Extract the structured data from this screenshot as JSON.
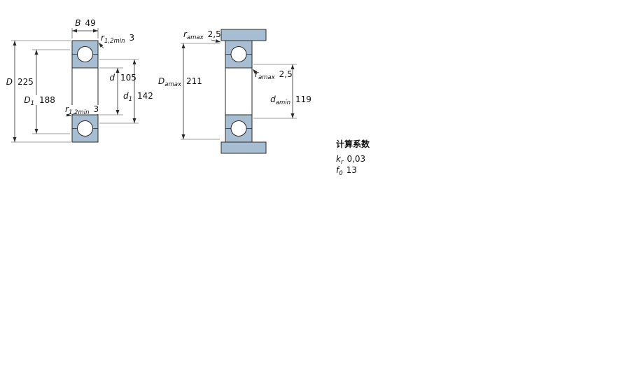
{
  "colors": {
    "bearing_fill": "#a7bdd2",
    "outline": "#2a2a2a"
  },
  "left_view": {
    "name": "bearing cross-section with boundary dimensions",
    "dims": {
      "B": {
        "label": "B",
        "sub": "",
        "value": "49"
      },
      "r_top": {
        "label": "r",
        "sub": "1,2min",
        "value": "3"
      },
      "D": {
        "label": "D",
        "sub": "",
        "value": "225"
      },
      "D1": {
        "label": "D",
        "sub": "1",
        "value": "188"
      },
      "d": {
        "label": "d",
        "sub": "",
        "value": "105"
      },
      "d1": {
        "label": "d",
        "sub": "1",
        "value": "142"
      },
      "r_side": {
        "label": "r",
        "sub": "1,2min",
        "value": "3"
      }
    }
  },
  "right_view": {
    "name": "mounted bearing with abutment dimensions",
    "dims": {
      "ra_top": {
        "label": "r",
        "sub": "amax",
        "value": "2,5"
      },
      "Da": {
        "label": "D",
        "sub": "amax",
        "value": "211"
      },
      "ra_mid": {
        "label": "r",
        "sub": "amax",
        "value": "2,5"
      },
      "da": {
        "label": "d",
        "sub": "amin",
        "value": "119"
      }
    }
  },
  "factors": {
    "title": "计算系数",
    "rows": [
      {
        "label": "k",
        "sub": "r",
        "value": "0,03"
      },
      {
        "label": "f",
        "sub": "0",
        "value": "13"
      }
    ]
  }
}
